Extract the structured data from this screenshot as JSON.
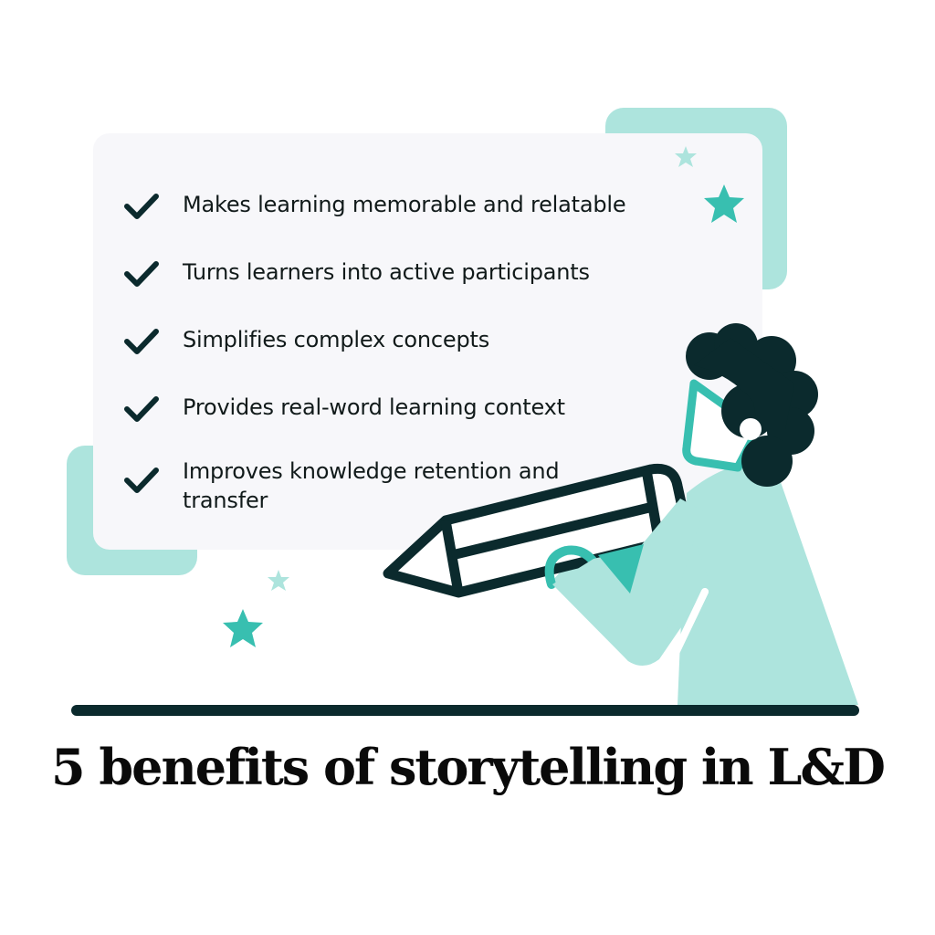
{
  "title": "5 benefits of storytelling in L&D",
  "benefits": [
    {
      "icon": "check-icon",
      "text": "Makes learning memorable and relatable"
    },
    {
      "icon": "check-icon",
      "text": "Turns learners into active participants"
    },
    {
      "icon": "check-icon",
      "text": "Simplifies complex concepts"
    },
    {
      "icon": "check-icon",
      "text": "Provides real-word learning context"
    },
    {
      "icon": "check-icon",
      "text": "Improves knowledge retention and transfer"
    }
  ],
  "illustration": {
    "subject": "person-writing-with-large-pencil",
    "decorations": [
      "star-icon",
      "star-icon",
      "star-icon",
      "star-icon"
    ]
  },
  "colors": {
    "dark": "#0b2a2d",
    "teal": "#38bfb0",
    "light_teal": "#ade4dd",
    "card_bg": "#f7f7fa",
    "background": "#ffffff"
  }
}
